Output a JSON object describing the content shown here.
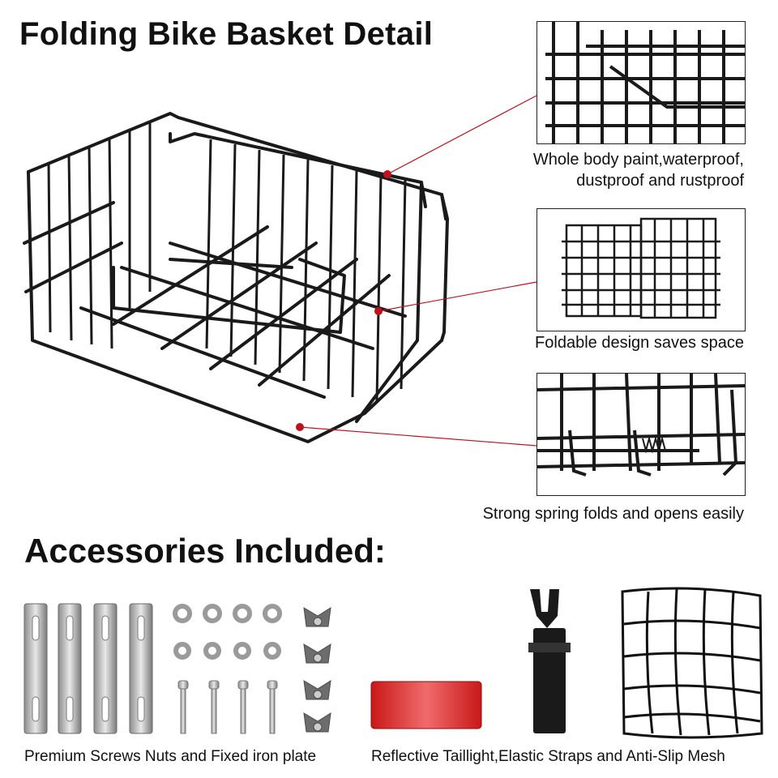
{
  "page": {
    "title": "Folding Bike Basket Detail",
    "accessories_title": "Accessories Included:"
  },
  "details": [
    {
      "caption_line1": "Whole body paint,waterproof,",
      "caption_line2": "dustproof and rustproof"
    },
    {
      "caption_line1": "Foldable design saves space",
      "caption_line2": ""
    },
    {
      "caption_line1": "Strong spring folds and opens easily",
      "caption_line2": ""
    }
  ],
  "accessories": {
    "left_caption": "Premium Screws Nuts and Fixed iron plate",
    "right_caption": "Reflective Taillight,Elastic Straps and Anti-Slip Mesh"
  },
  "colors": {
    "callout_line": "#c0121c",
    "wire": "#1a1a1a",
    "reflector": "#e23a3a"
  }
}
